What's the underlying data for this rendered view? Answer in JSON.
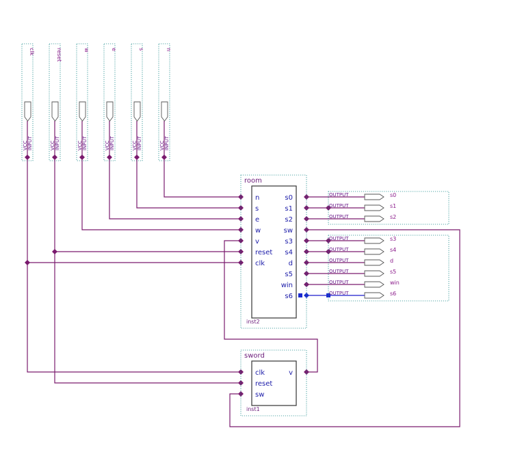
{
  "inputs": [
    {
      "name": "clk",
      "label": "INPUT",
      "vcc": "VCC"
    },
    {
      "name": "reset",
      "label": "INPUT",
      "vcc": "VCC"
    },
    {
      "name": "w",
      "label": "INPUT",
      "vcc": "VCC"
    },
    {
      "name": "e",
      "label": "INPUT",
      "vcc": "VCC"
    },
    {
      "name": "s",
      "label": "INPUT",
      "vcc": "VCC"
    },
    {
      "name": "n",
      "label": "INPUT",
      "vcc": "VCC"
    }
  ],
  "room": {
    "title": "room",
    "instance": "inst2",
    "left_ports": [
      "n",
      "s",
      "e",
      "w",
      "v",
      "reset",
      "clk"
    ],
    "right_ports": [
      "s0",
      "s1",
      "s2",
      "sw",
      "s3",
      "s4",
      "d",
      "s5",
      "win",
      "s6"
    ]
  },
  "sword": {
    "title": "sword",
    "instance": "inst1",
    "left_ports": [
      "clk",
      "reset",
      "sw"
    ],
    "right_ports": [
      "v"
    ]
  },
  "outputs": [
    {
      "name": "s0",
      "label": "OUTPUT"
    },
    {
      "name": "s1",
      "label": "OUTPUT"
    },
    {
      "name": "s2",
      "label": "OUTPUT"
    },
    {
      "name": "s3",
      "label": "OUTPUT"
    },
    {
      "name": "s4",
      "label": "OUTPUT"
    },
    {
      "name": "d",
      "label": "OUTPUT"
    },
    {
      "name": "s5",
      "label": "OUTPUT"
    },
    {
      "name": "win",
      "label": "OUTPUT"
    },
    {
      "name": "s6",
      "label": "OUTPUT"
    }
  ],
  "colors": {
    "wire": "#7a1a6e",
    "bus_wire": "#1a1acc",
    "port_text": "#1a1aa8",
    "dotted_box": "#1a8a8a"
  }
}
